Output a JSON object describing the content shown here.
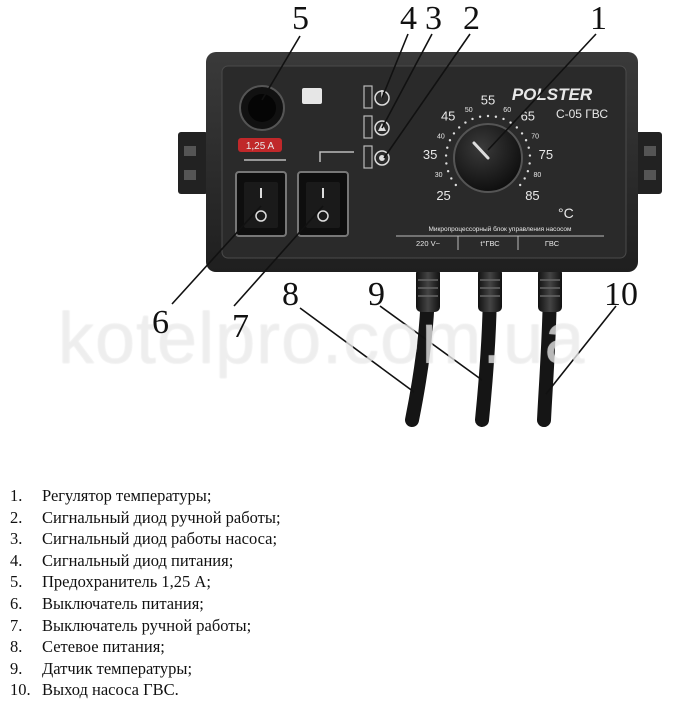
{
  "device": {
    "brand": "POLSTER",
    "model": "C-05 ГВС",
    "fuse_label": "1,25 A",
    "unit_label": "°C",
    "panel_caption": "Микропроцессорный блок управления насосом",
    "ports": [
      "220 V~",
      "t°ГВС",
      "ГВС"
    ],
    "dial_major": [
      "25",
      "35",
      "45",
      "55",
      "65",
      "75",
      "85"
    ],
    "dial_minor": [
      "30",
      "40",
      "50",
      "60",
      "70",
      "80"
    ]
  },
  "callouts": [
    "1",
    "2",
    "3",
    "4",
    "5",
    "6",
    "7",
    "8",
    "9",
    "10"
  ],
  "watermark": "kotelpro.com.ua",
  "legend": [
    {
      "num": "1.",
      "text": "Регулятор температуры;"
    },
    {
      "num": "2.",
      "text": "Сигнальный диод ручной работы;"
    },
    {
      "num": "3.",
      "text": "Сигнальный диод работы насоса;"
    },
    {
      "num": "4.",
      "text": "Сигнальный диод питания;"
    },
    {
      "num": "5.",
      "text": "Предохранитель 1,25 А;"
    },
    {
      "num": "6.",
      "text": "Выключатель питания;"
    },
    {
      "num": "7.",
      "text": "Выключатель ручной работы;"
    },
    {
      "num": "8.",
      "text": "Сетевое питания;"
    },
    {
      "num": "9.",
      "text": "Датчик температуры;"
    },
    {
      "num": "10.",
      "text": "Выход насоса ГВС."
    }
  ]
}
